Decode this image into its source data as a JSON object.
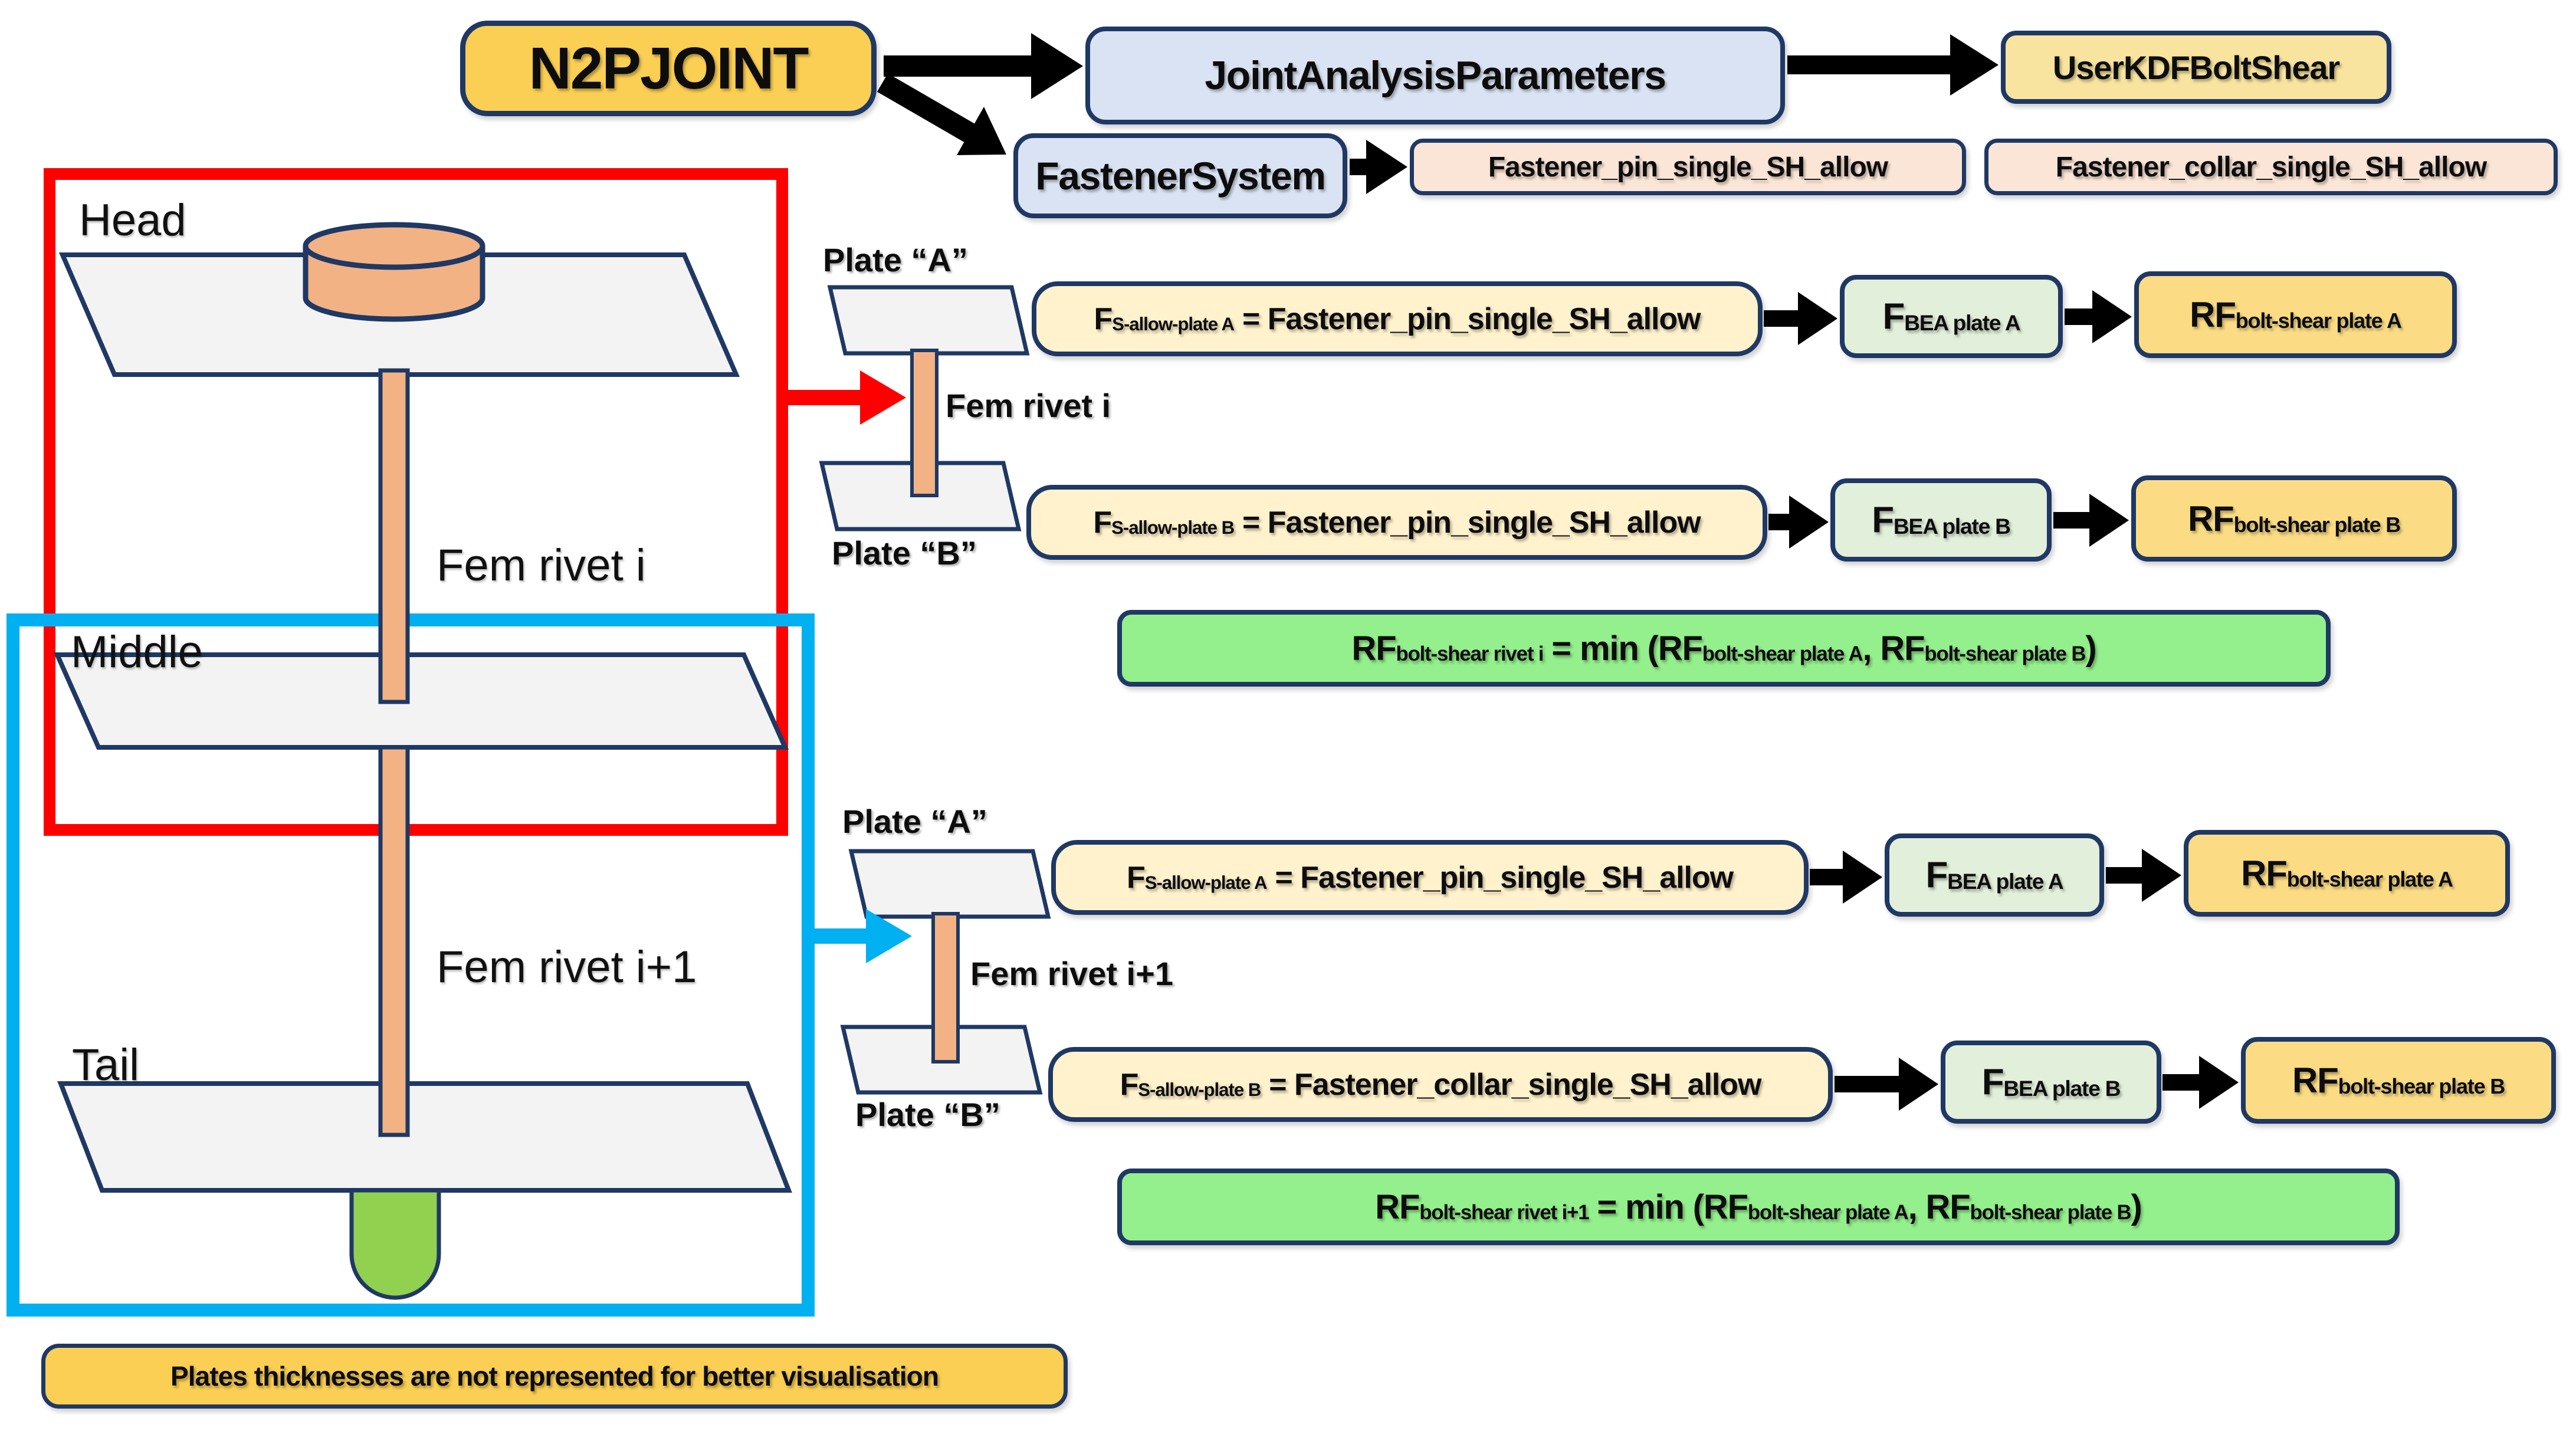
{
  "header": {
    "root": "N2PJOINT",
    "joint_analysis_parameters": "JointAnalysisParameters",
    "user_kdf_bolt_shear": "UserKDFBoltShear",
    "fastener_system": "FastenerSystem",
    "fastener_pin": "Fastener_pin_single_SH_allow",
    "fastener_collar": "Fastener_collar_single_SH_allow"
  },
  "rivet_diagram": {
    "head": "Head",
    "middle": "Middle",
    "tail": "Tail",
    "rivet_i": "Fem rivet i",
    "rivet_i1": "Fem rivet i+1"
  },
  "group1": {
    "plate_a": "Plate “A”",
    "plate_b": "Plate “B”",
    "rivet": "Fem rivet i",
    "f_a": {
      "base": "F",
      "sub": "S-allow-plate A",
      "eq": "= Fastener_pin_single_SH_allow"
    },
    "f_b": {
      "base": "F",
      "sub": "S-allow-plate B",
      "eq": "= Fastener_pin_single_SH_allow"
    },
    "fbea_a": {
      "base": "F",
      "sub": "BEA plate A"
    },
    "fbea_b": {
      "base": "F",
      "sub": "BEA plate B"
    },
    "rf_a": {
      "base": "RF",
      "sub": "bolt-shear plate A"
    },
    "rf_b": {
      "base": "RF",
      "sub": "bolt-shear plate B"
    },
    "min": {
      "p1": "RF",
      "s1": "bolt-shear rivet i",
      "p2": "= min (RF",
      "s2": "bolt-shear plate A",
      "p3": ", RF",
      "s3": "bolt-shear plate B",
      "p4": ")"
    }
  },
  "group2": {
    "plate_a": "Plate “A”",
    "plate_b": "Plate “B”",
    "rivet": "Fem rivet i+1",
    "f_a": {
      "base": "F",
      "sub": "S-allow-plate A",
      "eq": "= Fastener_pin_single_SH_allow"
    },
    "f_b": {
      "base": "F",
      "sub": "S-allow-plate B",
      "eq": "= Fastener_collar_single_SH_allow"
    },
    "fbea_a": {
      "base": "F",
      "sub": "BEA plate A"
    },
    "fbea_b": {
      "base": "F",
      "sub": "BEA plate B"
    },
    "rf_a": {
      "base": "RF",
      "sub": "bolt-shear plate A"
    },
    "rf_b": {
      "base": "RF",
      "sub": "bolt-shear plate B"
    },
    "min": {
      "p1": "RF",
      "s1": "bolt-shear rivet i+1",
      "p2": "= min (RF",
      "s2": "bolt-shear plate A",
      "p3": ", RF",
      "s3": "bolt-shear plate B",
      "p4": ")"
    }
  },
  "note": "Plates thicknesses are not represented for better visualisation",
  "colors": {
    "navy_border": "#1F3864",
    "gold": "#FBCF53",
    "pale_yellow": "#F8E49E",
    "lavender": "#DAE3F3",
    "pink": "#FBE5D6",
    "cream": "#FFF2CC",
    "mint_green": "#E2EFDA",
    "rf_gold": "#FBDC85",
    "result_green": "#94F08C",
    "rivet_orange": "#F2B284",
    "tail_green": "#92D050",
    "plate_gray": "#F3F3F3",
    "red_frame": "#FF0000",
    "blue_frame": "#00B0F0"
  }
}
